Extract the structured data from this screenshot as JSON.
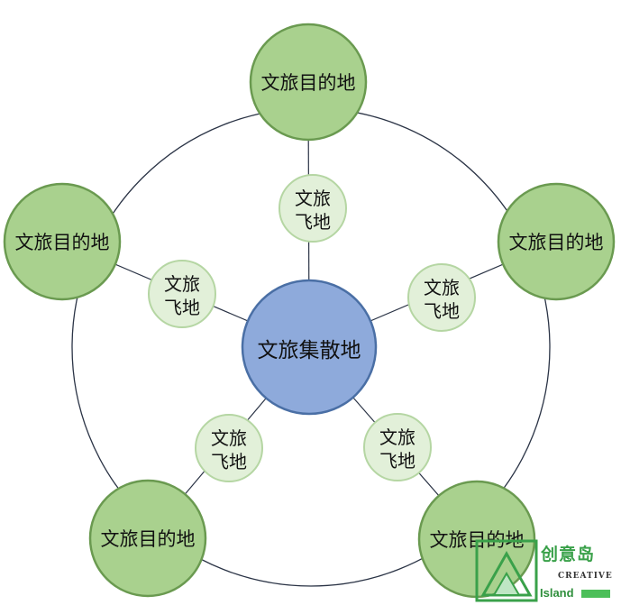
{
  "diagram": {
    "center": {
      "label": "文旅集散地",
      "color": "#8eaadb",
      "stroke": "#4a6fa5"
    },
    "destinations": [
      {
        "label": "文旅目的地"
      },
      {
        "label": "文旅目的地"
      },
      {
        "label": "文旅目的地"
      },
      {
        "label": "文旅目的地"
      },
      {
        "label": "文旅目的地"
      }
    ],
    "hubs": [
      {
        "line1": "文旅",
        "line2": "飞地"
      },
      {
        "line1": "文旅",
        "line2": "飞地"
      },
      {
        "line1": "文旅",
        "line2": "飞地"
      },
      {
        "line1": "文旅",
        "line2": "飞地"
      },
      {
        "line1": "文旅",
        "line2": "飞地"
      }
    ],
    "colors": {
      "destination_fill": "#a9d18e",
      "destination_stroke": "#6a9a50",
      "hub_fill": "#e2f0d9",
      "hub_stroke": "#b5d6a3",
      "ring_line": "#2b3446"
    }
  },
  "watermark": {
    "cjk": "创意岛",
    "creative": "CREATIVE",
    "island": "Island",
    "color": "#3aa14a"
  }
}
